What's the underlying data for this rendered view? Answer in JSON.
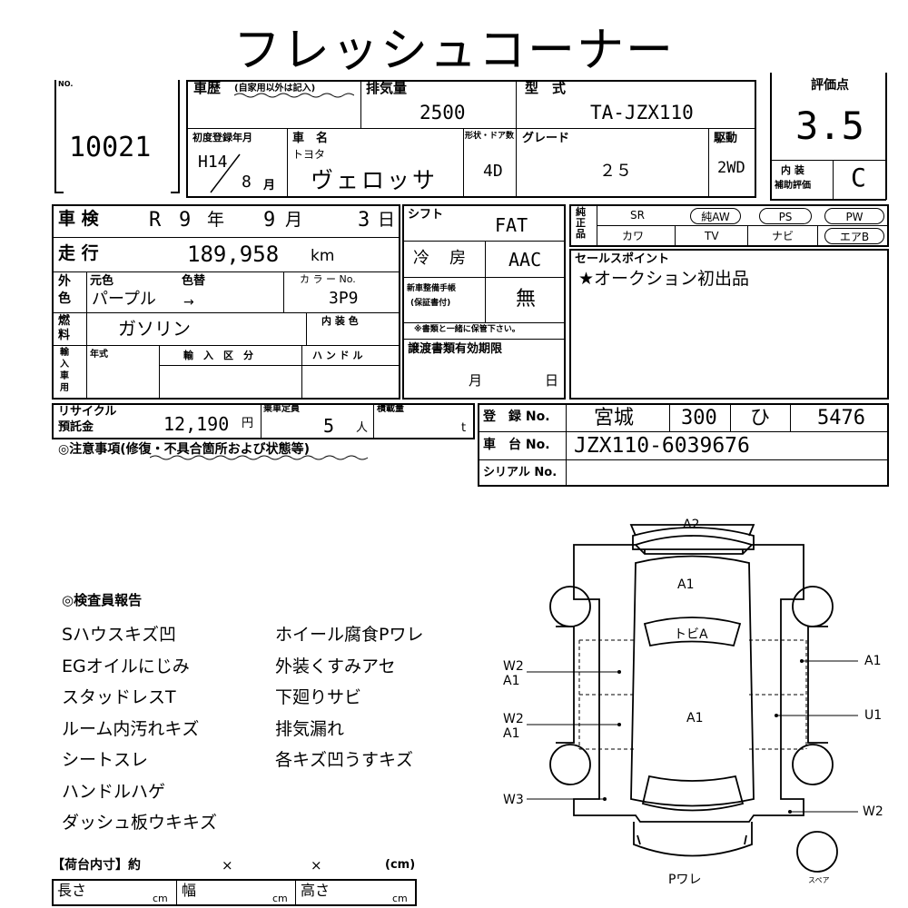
{
  "header": {
    "title": "フレッシュコーナー"
  },
  "lot": {
    "no_label": "NO.",
    "number": "10021"
  },
  "history": {
    "label": "車歴",
    "note": "(自家用以外は記入)"
  },
  "displacement": {
    "label": "排気量",
    "value": "2500"
  },
  "model": {
    "label": "型　式",
    "value": "TA-JZX110"
  },
  "score": {
    "label": "評価点",
    "value": "3.5",
    "interior_label_1": "内 装",
    "interior_label_2": "補助評価",
    "interior_value": "C"
  },
  "first_reg": {
    "label": "初度登録年月",
    "year": "H14",
    "month": "8",
    "month_unit": "月"
  },
  "car_name": {
    "label": "車　名",
    "maker": "トヨタ",
    "name": "ヴェロッサ"
  },
  "body": {
    "label": "形状・ドア数",
    "value": "4D"
  },
  "grade": {
    "label": "グレード",
    "value": "２５"
  },
  "drive": {
    "label": "駆動",
    "value": "2WD"
  },
  "inspection": {
    "label": "車 検",
    "era": "R",
    "year": "9",
    "year_unit": "年",
    "month": "9",
    "month_unit": "月",
    "day": "3",
    "day_unit": "日"
  },
  "shift": {
    "label": "シフト",
    "value": "FAT"
  },
  "options": {
    "label": "純正品",
    "sr": "SR",
    "aw": "純AW",
    "ps": "PS",
    "pw": "PW",
    "leather": "カワ",
    "tv": "TV",
    "navi": "ナビ",
    "airbag": "エアB"
  },
  "mileage": {
    "label": "走 行",
    "value": "189,958",
    "unit": "km"
  },
  "ac": {
    "label": "冷　房",
    "value": "AAC"
  },
  "sales_point": {
    "label": "セールスポイント",
    "text": "★オークション初出品"
  },
  "color": {
    "label_1": "外",
    "label_2": "色",
    "orig_label": "元色",
    "change_label": "色替",
    "orig_value": "パープル",
    "arrow": "→",
    "code_label": "カ ラ ー No.",
    "code": "3P9"
  },
  "manual": {
    "label_1": "新車整備手帳",
    "label_2": "(保証書付)",
    "value": "無",
    "note": "※書類と一緒に保管下さい。"
  },
  "fuel": {
    "label_1": "燃",
    "label_2": "料",
    "value": "ガソリン",
    "interior_color_label": "内 装 色"
  },
  "import": {
    "label_1": "輸",
    "label_2": "入",
    "label_3": "車",
    "label_4": "用",
    "year_label": "年式",
    "class_label": "輸　入　区　分",
    "handle_label": "ハ ン ド ル"
  },
  "transfer": {
    "label": "譲渡書類有効期限",
    "month_unit": "月",
    "day_unit": "日"
  },
  "recycle": {
    "label_1": "リサイクル",
    "label_2": "預託金",
    "value": "12,190",
    "unit": "円"
  },
  "capacity": {
    "label": "乗車定員",
    "value": "5",
    "unit": "人"
  },
  "load": {
    "label": "積載量",
    "unit": "t"
  },
  "registration": {
    "label": "登　録 No.",
    "region": "宮城",
    "class": "300",
    "kana": "ひ",
    "number": "5476"
  },
  "chassis": {
    "label": "車　台 No.",
    "value": "JZX110-6039676"
  },
  "serial": {
    "label": "シリアル No."
  },
  "notes": {
    "label": "◎注意事項(修復・不具合箇所および状態等)"
  },
  "report": {
    "label": "◎検査員報告",
    "left": [
      "Sハウスキズ凹",
      "EGオイルにじみ",
      "スタッドレスT",
      "ルーム内汚れキズ",
      "シートスレ",
      "ハンドルハゲ",
      "ダッシュ板ウキキズ"
    ],
    "right": [
      "ホイール腐食Pワレ",
      "外装くすみアセ",
      "下廻りサビ",
      "排気漏れ",
      "各キズ凹うすキズ"
    ]
  },
  "cargo": {
    "label": "【荷台内寸】約",
    "x1": "×",
    "x2": "×",
    "unit_label": "(cm)",
    "length_label": "長さ",
    "width_label": "幅",
    "height_label": "高さ",
    "cm": "cm"
  },
  "diagram": {
    "top": "A2",
    "hood": "A1",
    "windshield": "トビA",
    "roof": "A1",
    "left_front_1": "W2",
    "left_front_2": "A1",
    "left_rear_1": "W2",
    "left_rear_2": "A1",
    "left_bottom": "W3",
    "right_front": "A1",
    "right_rear": "U1",
    "right_bottom": "W2",
    "bottom": "Pワレ",
    "spare": "スペア"
  }
}
